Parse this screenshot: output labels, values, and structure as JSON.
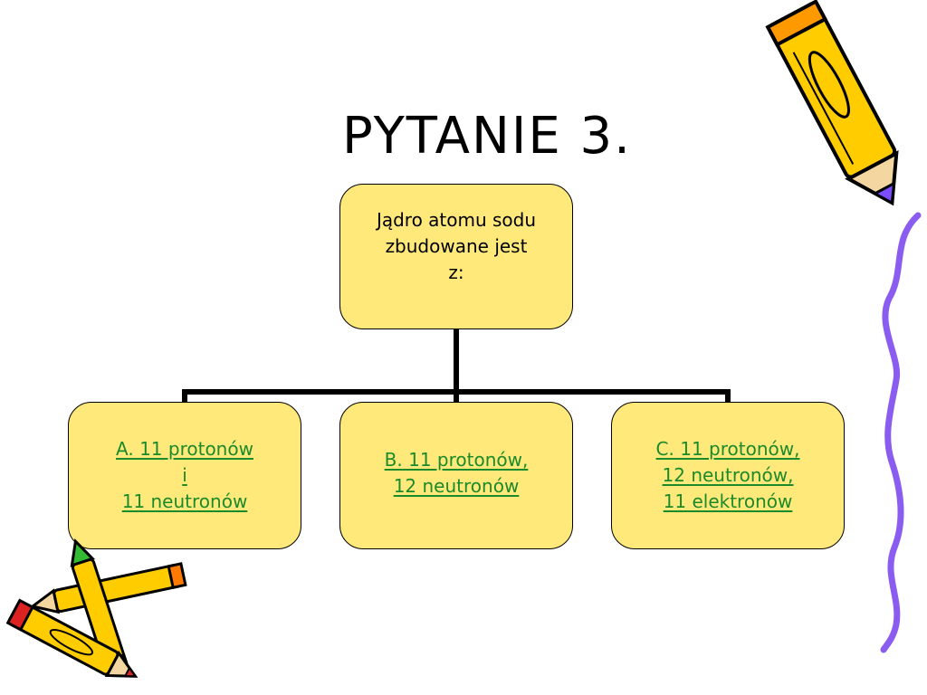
{
  "slide": {
    "title": "PYTANIE 3."
  },
  "diagram": {
    "root": {
      "lines": [
        "Jądro atomu sodu",
        "zbudowane jest",
        "z:"
      ]
    },
    "options": [
      {
        "lines": [
          "A. 11 protonów",
          "i",
          "11 neutronów"
        ]
      },
      {
        "lines": [
          "B. 11 protonów,",
          "12 neutronów"
        ]
      },
      {
        "lines": [
          "C. 11 protonów,",
          "12 neutronów,",
          "11 elektronów"
        ]
      }
    ]
  },
  "colors": {
    "box_fill": "#ffe97a",
    "link_text": "#1a8a2a",
    "wave": "#8a5cf0",
    "pencil_body": "#ffcc00",
    "pencil_tip": "#7b4dff"
  },
  "decorations": [
    "pencil-icon",
    "pencils-cluster-icon",
    "wavy-line"
  ]
}
